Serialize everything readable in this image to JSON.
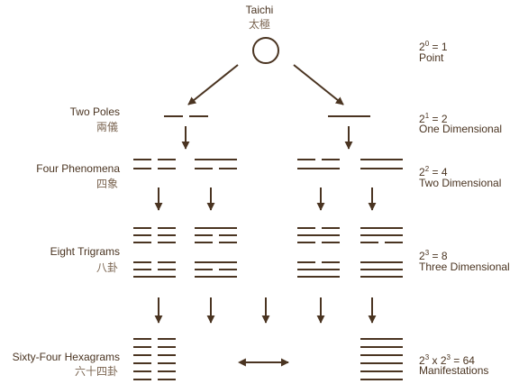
{
  "taichi": {
    "label": "Taichi",
    "chinese": "太極"
  },
  "levels": [
    {
      "label": "Two Poles",
      "chinese": "兩儀",
      "formula_base": "2",
      "formula_exp": "1",
      "formula_rest": " = 2",
      "description": "One Dimensional"
    },
    {
      "label": "Four Phenomena",
      "chinese": "四象",
      "formula_base": "2",
      "formula_exp": "2",
      "formula_rest": " = 4",
      "description": "Two Dimensional"
    },
    {
      "label": "Eight Trigrams",
      "chinese": "八卦",
      "formula_base": "2",
      "formula_exp": "3",
      "formula_rest": " = 8",
      "description": "Three Dimensional"
    },
    {
      "label": "Sixty-Four Hexagrams",
      "chinese": "六十四卦",
      "description": "Manifestations"
    }
  ],
  "point_formula": {
    "base": "2",
    "exp": "0",
    "rest": " = 1",
    "description": "Point"
  },
  "hexagram_formula": {
    "a_base": "2",
    "a_exp": "3",
    "mid": " x ",
    "b_base": "2",
    "b_exp": "3",
    "rest": " = 64"
  },
  "colors": {
    "line": "#4a3421",
    "text": "#4a3421",
    "chinese": "#7a6450"
  }
}
